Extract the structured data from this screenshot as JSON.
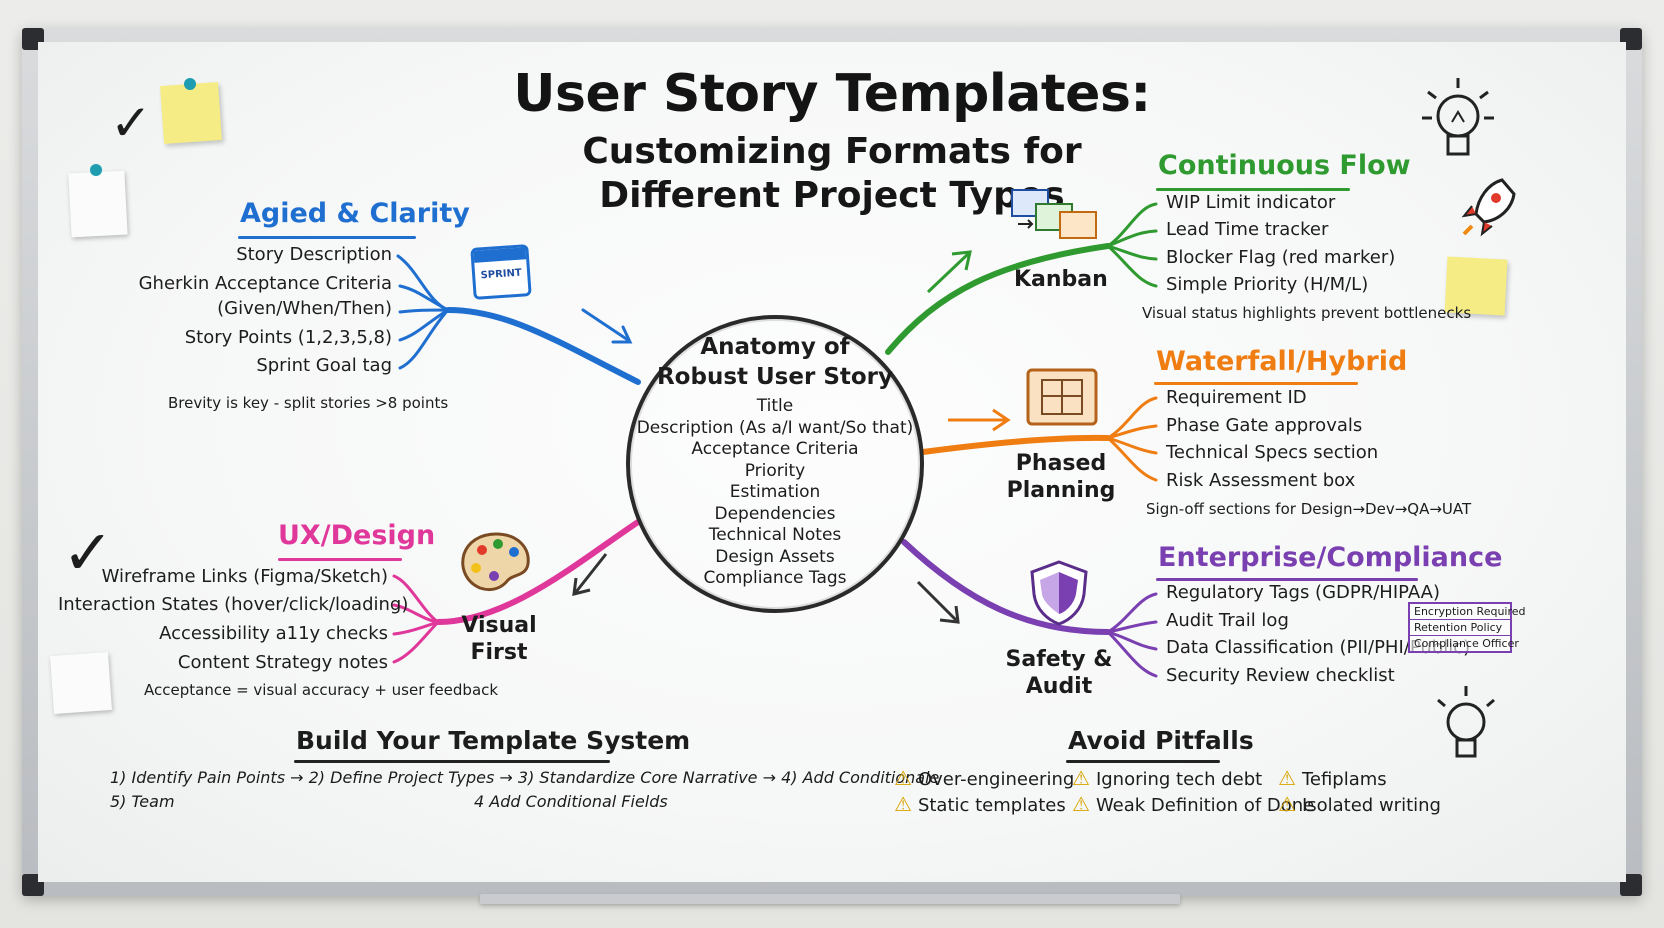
{
  "title": "User Story Templates:",
  "subtitle_line1": "Customizing Formats for",
  "subtitle_line2": "Different Project Types",
  "center": {
    "title_line1": "Anatomy of",
    "title_line2": "Robust User Story",
    "items": [
      "Title",
      "Description (As a/I want/So that)",
      "Acceptance Criteria",
      "Priority",
      "Estimation",
      "Dependencies",
      "Technical Notes",
      "Design Assets",
      "Compliance Tags"
    ]
  },
  "agile": {
    "heading": "Agied & Clarity",
    "items": [
      "Story Description",
      "Gherkin Acceptance Criteria",
      "(Given/When/Then)",
      "Story Points (1,2,3,5,8)",
      "Sprint Goal tag"
    ],
    "note": "Brevity is key - split stories >8 points",
    "icon_text": "SPRINT",
    "color": "#1f6fd1"
  },
  "ux": {
    "heading": "UX/Design",
    "items": [
      "Wireframe Links (Figma/Sketch)",
      "Interaction States (hover/click/loading)",
      "Accessibility a11y checks",
      "Content Strategy notes"
    ],
    "note": "Acceptance = visual accuracy + user feedback",
    "branch_line1": "Visual",
    "branch_line2": "First",
    "color": "#e0379a"
  },
  "kanban": {
    "heading": "Continuous Flow",
    "branch": "Kanban",
    "items": [
      "WIP Limit indicator",
      "Lead Time tracker",
      "Blocker Flag (red marker)",
      "Simple Priority (H/M/L)"
    ],
    "note": "Visual status highlights prevent bottlenecks",
    "color": "#2f9a2f"
  },
  "waterfall": {
    "heading": "Waterfall/Hybrid",
    "branch_line1": "Phased",
    "branch_line2": "Planning",
    "items": [
      "Requirement ID",
      "Phase Gate approvals",
      "Technical Specs section",
      "Risk Assessment box"
    ],
    "note": "Sign-off sections for Design→Dev→QA→UAT",
    "color": "#ef7d12"
  },
  "enterprise": {
    "heading": "Enterprise/Compliance",
    "branch_line1": "Safety &",
    "branch_line2": "Audit",
    "items": [
      "Regulatory Tags (GDPR/HIPAA)",
      "Audit Trail log",
      "Data Classification (PII/PHI/Public)",
      "Security Review checklist"
    ],
    "tags": [
      "Encryption Required",
      "Retention Policy",
      "Compliance Officer"
    ],
    "color": "#7a3fb0"
  },
  "build": {
    "heading": "Build Your Template System",
    "line1": "1) Identify Pain Points → 2) Define Project Types → 3) Standardize Core Narrative → 4) Add Conditionale",
    "line2_a": "5) Team",
    "line2_b": "4 Add Conditional Fields"
  },
  "pitfalls": {
    "heading": "Avoid Pitfalls",
    "items": [
      "Over-engineering",
      "Ignoring tech debt",
      "Tefiplams",
      "Static templates",
      "Weak Definition of Done",
      "Isolated writing"
    ]
  }
}
